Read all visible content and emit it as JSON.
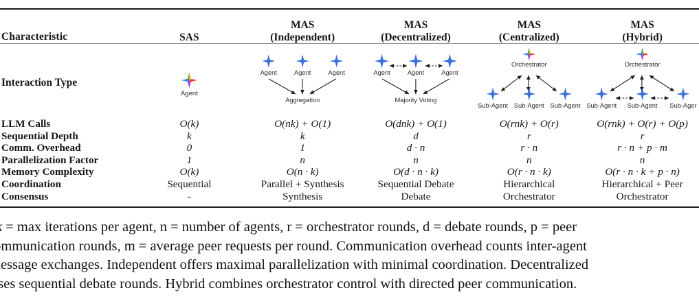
{
  "table": {
    "headers": [
      {
        "line1": "Characteristic",
        "line2": ""
      },
      {
        "line1": "SAS",
        "line2": ""
      },
      {
        "line1": "MAS",
        "line2": "(Independent)"
      },
      {
        "line1": "MAS",
        "line2": "(Decentralized)"
      },
      {
        "line1": "MAS",
        "line2": "(Centralized)"
      },
      {
        "line1": "MAS",
        "line2": "(Hybrid)"
      }
    ],
    "interaction_row_label": "Interaction Type",
    "rows": [
      {
        "label": "LLM Calls",
        "values": [
          "O(k)",
          "O(nk) + O(1)",
          "O(dnk) + O(1)",
          "O(rnk) + O(r)",
          "O(rnk) + O(r) + O(p)"
        ],
        "math": true
      },
      {
        "label": "Sequential Depth",
        "values": [
          "k",
          "k",
          "d",
          "r",
          "r"
        ],
        "math": true
      },
      {
        "label": "Comm. Overhead",
        "values": [
          "0",
          "1",
          "d · n",
          "r · n",
          "r · n + p · m"
        ],
        "math": true
      },
      {
        "label": "Parallelization Factor",
        "values": [
          "1",
          "n",
          "n",
          "n",
          "n"
        ],
        "math": true
      },
      {
        "label": "Memory Complexity",
        "values": [
          "O(k)",
          "O(n · k)",
          "O(d · n · k)",
          "O(r · n · k)",
          "O(r · n · k + p · n)"
        ],
        "math": true
      },
      {
        "label": "Coordination",
        "values": [
          "Sequential",
          "Parallel + Synthesis",
          "Sequential Debate",
          "Hierarchical",
          "Hierarchical + Peer"
        ],
        "math": false
      },
      {
        "label": "Consensus",
        "values": [
          "-",
          "Synthesis",
          "Debate",
          "Orchestrator",
          "Orchestrator"
        ],
        "math": false
      }
    ]
  },
  "diagrams": {
    "sas": {
      "agent_label": "Agent",
      "star_color": "multi"
    },
    "independent": {
      "agent_labels": [
        "Agent",
        "Agent",
        "Agent"
      ],
      "sink_label": "Aggregation",
      "star_color": "#3a6fd8"
    },
    "decentralized": {
      "agent_labels": [
        "Agent",
        "Agent",
        "Agent"
      ],
      "sink_label": "Majority Voting",
      "star_color": "#3a6fd8"
    },
    "centralized": {
      "orchestrator_label": "Orchestrator",
      "sub_agent_labels": [
        "Sub-Agent",
        "Sub-Agent",
        "Sub-Agent"
      ],
      "star_color": "#3a6fd8"
    },
    "hybrid": {
      "orchestrator_label": "Orchestrator",
      "sub_agent_labels": [
        "Sub-Agent",
        "Sub-Agent",
        "Sub-Ager"
      ],
      "star_color": "#3a6fd8"
    }
  },
  "caption": {
    "line1_pre": "k",
    "line1": " = max iterations per agent, n = number of agents, r = orchestrator rounds, d = debate rounds, p = peer",
    "line2": "communication rounds, m = average peer requests per round. Communication overhead counts inter-agent",
    "line3": "message exchanges. Independent offers maximal parallelization with minimal coordination. Decentralized",
    "line4": "uses sequential debate rounds. Hybrid combines orchestrator control with directed peer communication."
  },
  "colors": {
    "agent_blue": "#3a6fd8",
    "rule_dark": "#1b1b1b",
    "rule_light": "#8d8d8d",
    "text": "#161616"
  }
}
